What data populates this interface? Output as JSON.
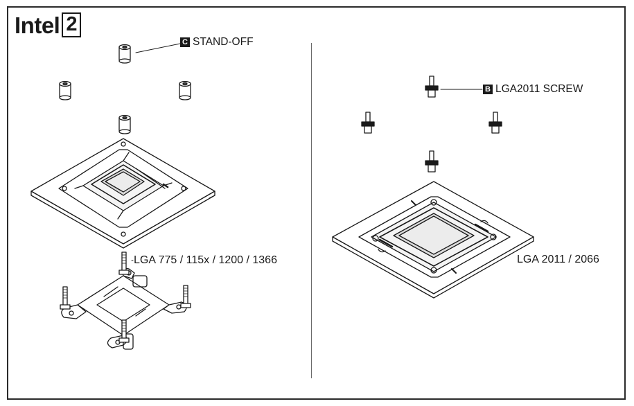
{
  "title": {
    "brand": "Intel",
    "step": "2"
  },
  "callouts": {
    "standoff": {
      "key": "C",
      "text": "STAND-OFF"
    },
    "screw": {
      "key": "B",
      "text": "LGA2011 SCREW"
    }
  },
  "labels": {
    "left_socket": "LGA 775 / 115x / 1200  / 1366",
    "right_socket": "LGA 2011 / 2066"
  }
}
